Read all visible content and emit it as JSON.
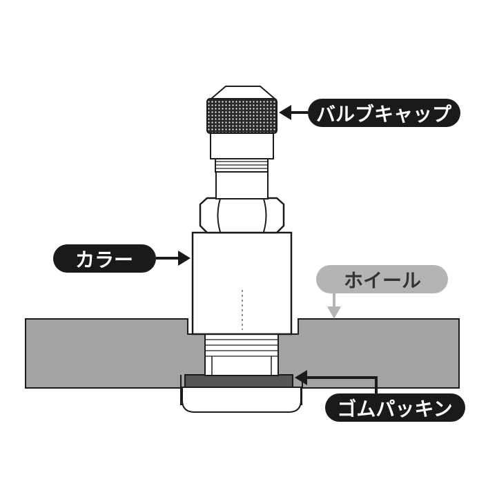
{
  "labels": {
    "valve_cap": "バルブキャップ",
    "collar": "カラー",
    "wheel": "ホイール",
    "rubber_gasket": "ゴムパッキン"
  },
  "colors": {
    "label_dark_bg": "#1a1a1a",
    "label_dark_text": "#ffffff",
    "label_gray_bg": "#b4b4b4",
    "label_gray_text": "#333333",
    "wheel": "#a3a3a3",
    "outline": "#1a1a1a"
  }
}
